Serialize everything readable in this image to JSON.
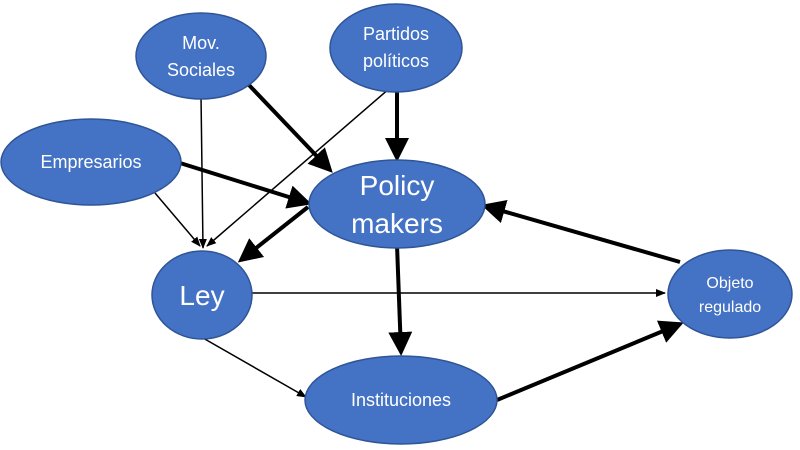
{
  "diagram": {
    "colors": {
      "node_fill": "#4472C4",
      "node_stroke": "#2F5597",
      "text": "#ffffff",
      "arrow": "#000000"
    },
    "nodes": {
      "mov_sociales": {
        "line1": "Mov.",
        "line2": "Sociales"
      },
      "partidos": {
        "line1": "Partidos",
        "line2": "políticos"
      },
      "empresarios": {
        "label": "Empresarios"
      },
      "policy": {
        "line1": "Policy",
        "line2": "makers"
      },
      "ley": {
        "label": "Ley"
      },
      "objeto": {
        "line1": "Objeto",
        "line2": "regulado"
      },
      "instituciones": {
        "label": "Instituciones"
      }
    }
  }
}
